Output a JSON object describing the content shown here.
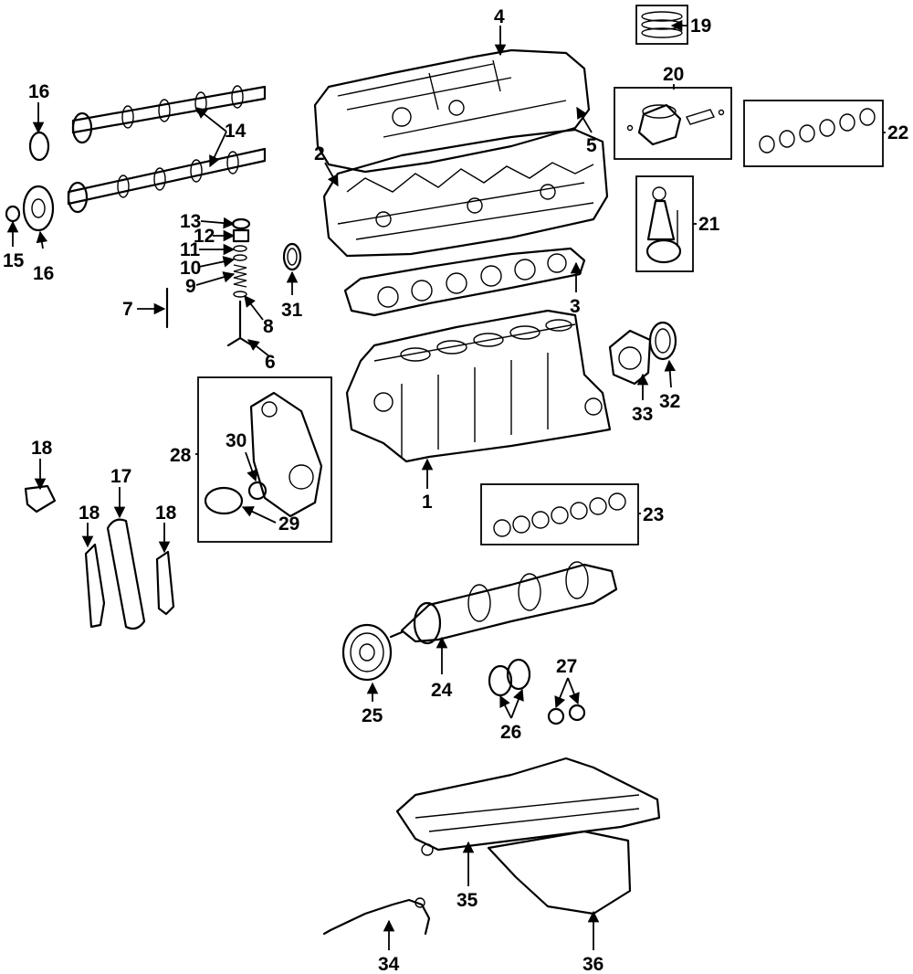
{
  "diagram": {
    "callouts": {
      "c1": "1",
      "c2": "2",
      "c3": "3",
      "c4": "4",
      "c5": "5",
      "c6": "6",
      "c7": "7",
      "c8": "8",
      "c9": "9",
      "c10": "10",
      "c11": "11",
      "c12": "12",
      "c13": "13",
      "c14": "14",
      "c15": "15",
      "c16a": "16",
      "c16b": "16",
      "c17": "17",
      "c18a": "18",
      "c18b": "18",
      "c18c": "18",
      "c19": "19",
      "c20": "20",
      "c21": "21",
      "c22": "22",
      "c23": "23",
      "c24": "24",
      "c25": "25",
      "c26": "26",
      "c27": "27",
      "c28": "28",
      "c29": "29",
      "c30": "30",
      "c31": "31",
      "c32": "32",
      "c33": "33",
      "c34": "34",
      "c35": "35",
      "c36": "36"
    }
  }
}
